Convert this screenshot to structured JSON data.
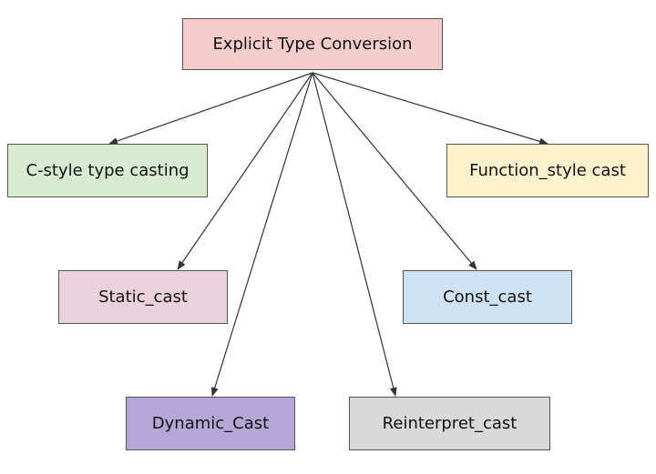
{
  "diagram": {
    "root": {
      "label": "Explicit Type Conversion",
      "color": "#f4cccc"
    },
    "children": [
      {
        "id": "cstyle",
        "label": "C-style type casting",
        "color": "#d9ead3"
      },
      {
        "id": "func",
        "label": "Function_style cast",
        "color": "#fff2cc"
      },
      {
        "id": "static",
        "label": "Static_cast",
        "color": "#ead1dc"
      },
      {
        "id": "const",
        "label": "Const_cast",
        "color": "#cfe2f3"
      },
      {
        "id": "dynamic",
        "label": "Dynamic_Cast",
        "color": "#b4a7d6"
      },
      {
        "id": "reint",
        "label": "Reinterpret_cast",
        "color": "#d9d9d9"
      }
    ],
    "edges": [
      {
        "from": "root",
        "to": "cstyle"
      },
      {
        "from": "root",
        "to": "func"
      },
      {
        "from": "root",
        "to": "static"
      },
      {
        "from": "root",
        "to": "const"
      },
      {
        "from": "root",
        "to": "dynamic"
      },
      {
        "from": "root",
        "to": "reint"
      }
    ]
  }
}
